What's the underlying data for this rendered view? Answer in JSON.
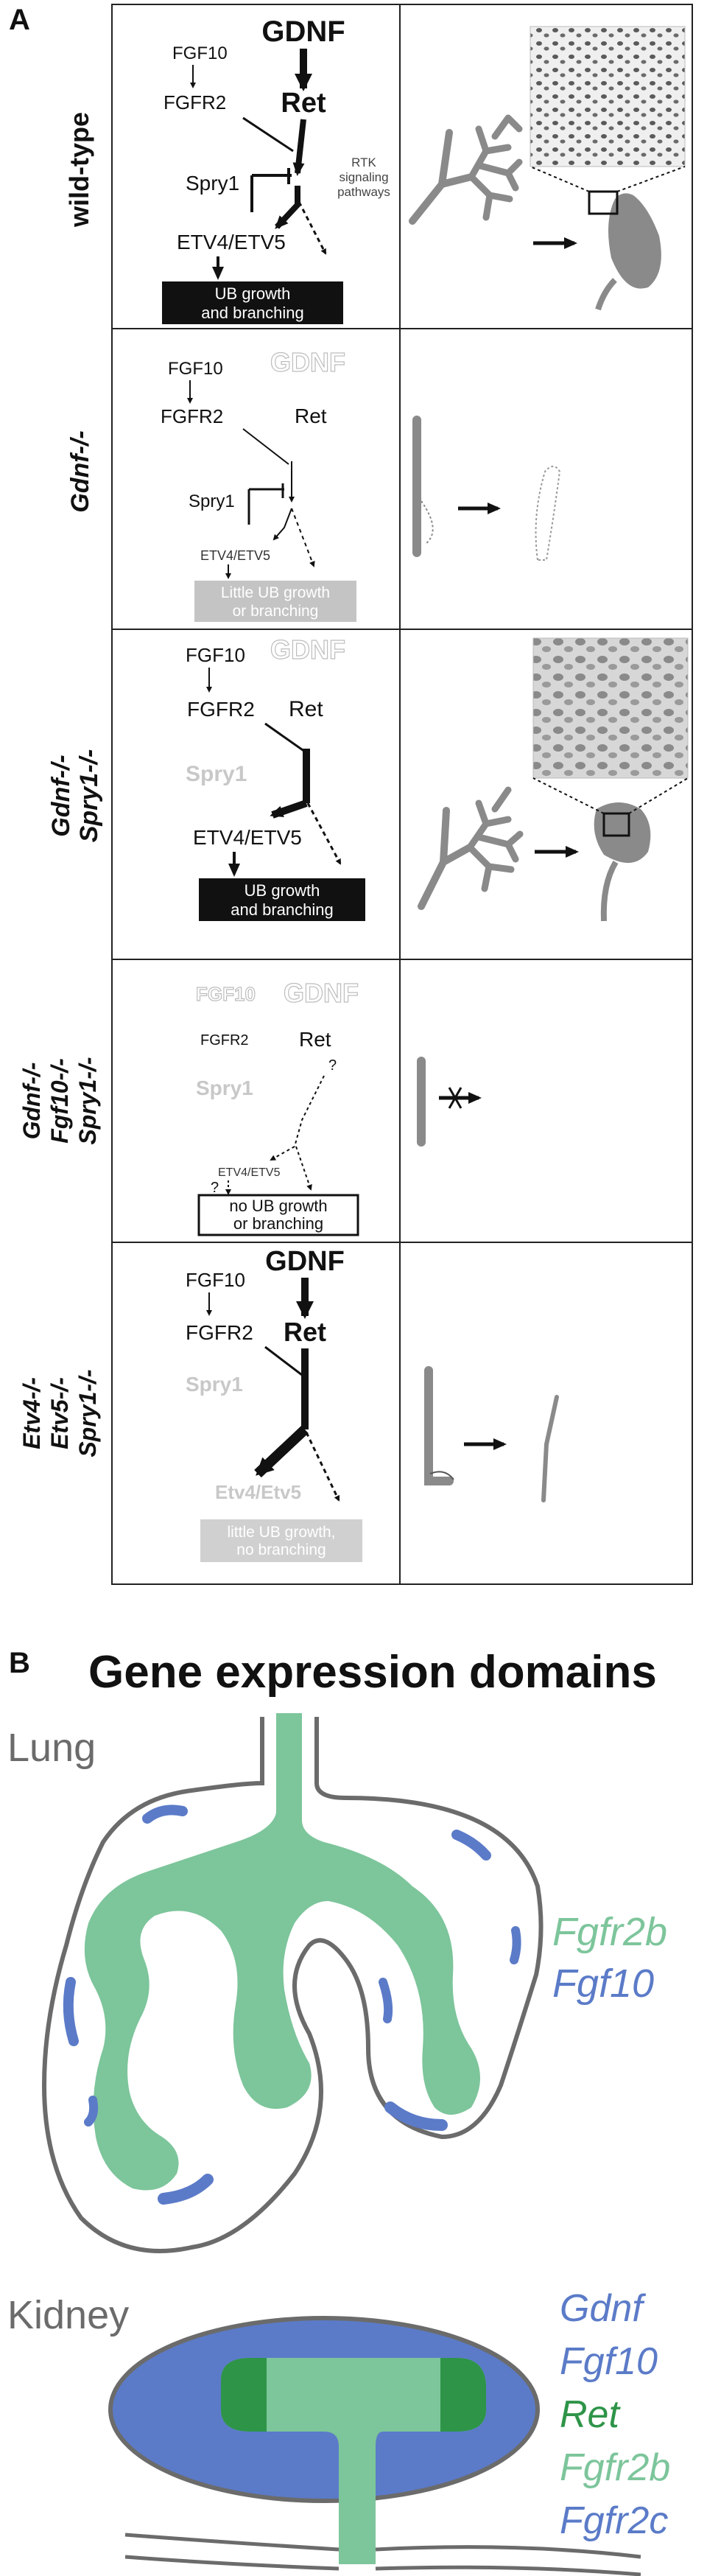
{
  "panel_a": {
    "label": "A",
    "rows": [
      {
        "genotype": "wild-type",
        "genes": {
          "gdnf": "GDNF",
          "fgf10": "FGF10",
          "fgfr2": "FGFR2",
          "ret": "Ret",
          "spry1": "Spry1",
          "etv": "ETV4/ETV5"
        },
        "rtk_label": [
          "RTK",
          "signaling",
          "pathways"
        ],
        "outcome": [
          "UB growth",
          "and branching"
        ]
      },
      {
        "genotype": "Gdnf-/-",
        "genes": {
          "gdnf": "GDNF",
          "fgf10": "FGF10",
          "fgfr2": "FGFR2",
          "ret": "Ret",
          "spry1": "Spry1",
          "etv": "ETV4/ETV5"
        },
        "outcome": [
          "Little UB growth",
          "or branching"
        ]
      },
      {
        "genotype": [
          "Gdnf-/-",
          "Spry1-/-"
        ],
        "genes": {
          "gdnf": "GDNF",
          "fgf10": "FGF10",
          "fgfr2": "FGFR2",
          "ret": "Ret",
          "spry1": "Spry1",
          "etv": "ETV4/ETV5"
        },
        "outcome": [
          "UB growth",
          "and branching"
        ]
      },
      {
        "genotype": [
          "Gdnf-/-",
          "Fgf10-/-",
          "Spry1-/-"
        ],
        "genes": {
          "gdnf": "GDNF",
          "fgf10": "FGF10",
          "fgfr2": "FGFR2",
          "ret": "Ret",
          "spry1": "Spry1",
          "etv": "ETV4/ETV5"
        },
        "question_marks": [
          "?",
          "?"
        ],
        "outcome": [
          "no UB growth",
          "or branching"
        ]
      },
      {
        "genotype": [
          "Etv4-/-",
          "Etv5-/-",
          "Spry1-/-"
        ],
        "genes": {
          "gdnf": "GDNF",
          "fgf10": "FGF10",
          "fgfr2": "FGFR2",
          "ret": "Ret",
          "spry1": "Spry1",
          "etv": "Etv4/Etv5"
        },
        "outcome": [
          "little UB growth,",
          "no branching"
        ]
      }
    ]
  },
  "panel_b": {
    "label": "B",
    "title": "Gene expression domains",
    "lung": {
      "label": "Lung",
      "legend": [
        {
          "text": "Fgfr2b",
          "color": "#7dc59b"
        },
        {
          "text": "Fgf10",
          "color": "#5b7bc8"
        }
      ]
    },
    "kidney": {
      "label": "Kidney",
      "legend": [
        {
          "text": "Gdnf",
          "color": "#5b7bc8"
        },
        {
          "text": "Fgf10",
          "color": "#5b7bc8"
        },
        {
          "text": "Ret",
          "color": "#2e9448"
        },
        {
          "text": "Fgfr2b",
          "color": "#7dc59b"
        },
        {
          "text": "Fgfr2c",
          "color": "#5b7bc8"
        }
      ]
    }
  },
  "colors": {
    "epithelium_green": "#7dc59b",
    "mesenchyme_blue": "#5b7bc8",
    "ret_green": "#2e9448",
    "outline_grey": "#6b6b6b",
    "faded_text": "#c8c8c8"
  }
}
